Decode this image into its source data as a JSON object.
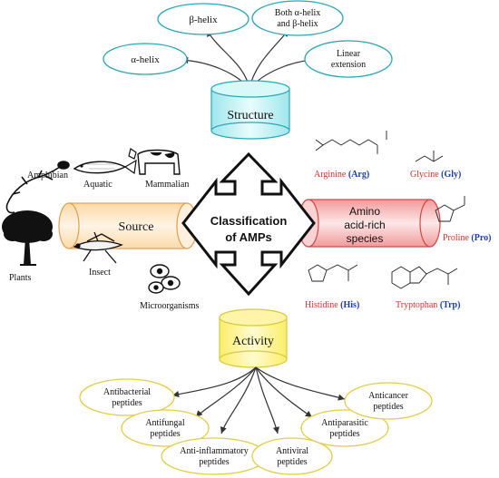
{
  "center": {
    "line1": "Classification",
    "line2": "of AMPs"
  },
  "structure": {
    "title": "Structure",
    "items": [
      {
        "label": "β-helix"
      },
      {
        "label1": "Both α-helix",
        "label2": "and  β-helix"
      },
      {
        "label": "α-helix"
      },
      {
        "label1": "Linear",
        "label2": "extension"
      }
    ]
  },
  "source": {
    "title": "Source",
    "items": [
      "Amphibian",
      "Aquatic",
      "Mammalian",
      "Plants",
      "Insect",
      "Microorganisms"
    ]
  },
  "amino": {
    "title_line1": "Amino",
    "title_line2": "acid-rich",
    "title_line3": "species",
    "residues": [
      {
        "name": "Arginine",
        "abbr": "(Arg)"
      },
      {
        "name": "Glycine",
        "abbr": "(Gly)"
      },
      {
        "name": "Proline",
        "abbr": "(Pro)"
      },
      {
        "name": "Histidine",
        "abbr": "(His)"
      },
      {
        "name": "Tryptophan",
        "abbr": "(Trp)"
      }
    ]
  },
  "activity": {
    "title": "Activity",
    "items": [
      {
        "l1": "Antibacterial",
        "l2": "peptides"
      },
      {
        "l1": "Antifungal",
        "l2": "peptides"
      },
      {
        "l1": "Anti-inflammatory",
        "l2": "peptides"
      },
      {
        "l1": "Antiviral",
        "l2": "peptides"
      },
      {
        "l1": "Antiparasitic",
        "l2": "peptides"
      },
      {
        "l1": "Anticancer",
        "l2": "peptides"
      }
    ]
  },
  "colors": {
    "structure_fill": "#c8f4f6",
    "structure_stroke": "#2aa7b5",
    "source_fill": "#fde3c2",
    "source_stroke": "#e0a050",
    "amino_fill": "#f7b6b6",
    "amino_stroke": "#d04848",
    "activity_fill": "#fff59a",
    "activity_stroke": "#d8c840",
    "structure_ellipse": "#2aa7b5",
    "activity_ellipse": "#e3cd49"
  }
}
